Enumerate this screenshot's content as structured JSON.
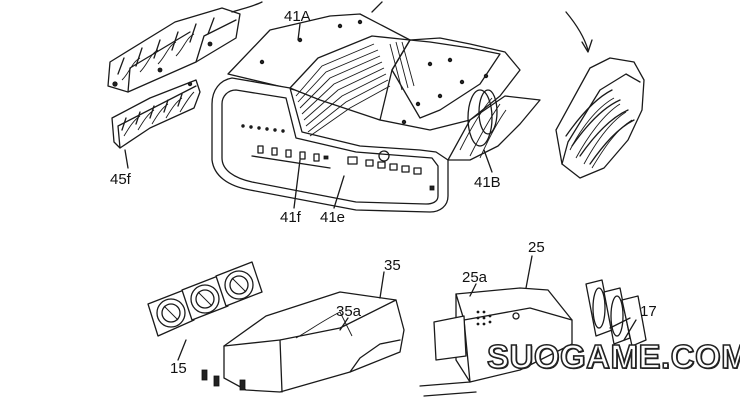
{
  "labels": {
    "l41A": "41A",
    "l45f": "45f",
    "l41B": "41B",
    "l41f": "41f",
    "l41e": "41e",
    "l35": "35",
    "l35a": "35a",
    "l15": "15",
    "l25": "25",
    "l25a": "25a",
    "l17": "17"
  },
  "watermark": {
    "text": "SUOGAME.COM"
  }
}
